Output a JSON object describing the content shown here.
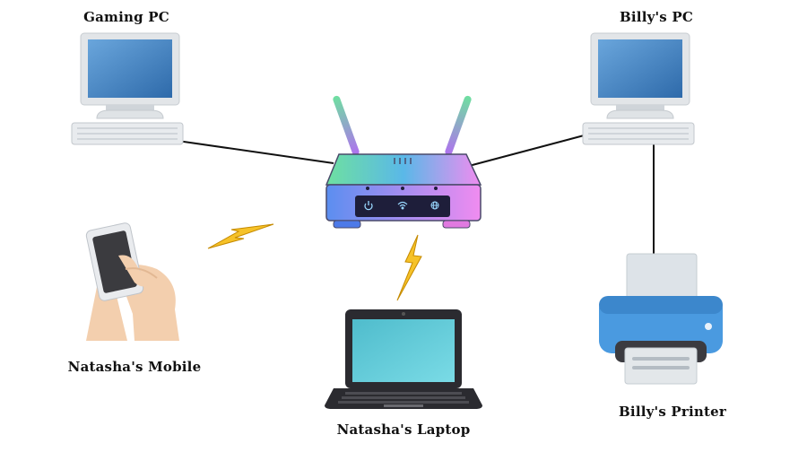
{
  "devices": {
    "gaming_pc": {
      "label": "Gaming PC"
    },
    "billys_pc": {
      "label": "Billy's PC"
    },
    "router": {
      "indicators": [
        "power-icon",
        "wifi-icon",
        "globe-icon"
      ]
    },
    "natashas_mobile": {
      "label": "Natasha's Mobile"
    },
    "natashas_laptop": {
      "label": "Natasha's Laptop"
    },
    "billys_printer": {
      "label": "Billy's Printer"
    }
  },
  "connections": [
    {
      "from": "Gaming PC",
      "to": "Router",
      "kind": "wired"
    },
    {
      "from": "Billy's PC",
      "to": "Router",
      "kind": "wired"
    },
    {
      "from": "Billy's PC",
      "to": "Billy's Printer",
      "kind": "wired"
    },
    {
      "from": "Natasha's Mobile",
      "to": "Router",
      "kind": "wireless"
    },
    {
      "from": "Natasha's Laptop",
      "to": "Router",
      "kind": "wireless"
    }
  ],
  "colors": {
    "wire": "#111111",
    "bolt": "#f6c228",
    "monitor_screen": "#3d7cc0",
    "router_gradient_start": "#6ee0a0",
    "router_gradient_end": "#f08cf0",
    "printer_body": "#4a9ae0",
    "laptop_screen": "#54c6d6"
  }
}
